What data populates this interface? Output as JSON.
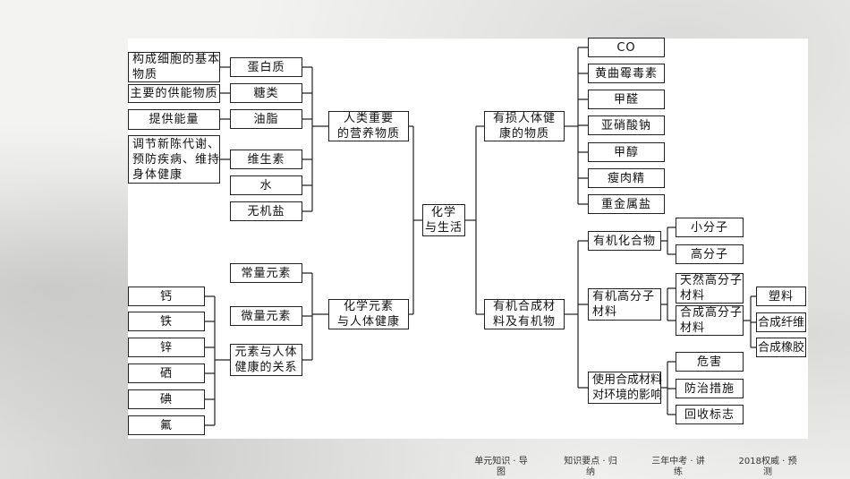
{
  "diagram": {
    "center": "化学\n与生活",
    "branch_nutrients": "人类重要\n的营养物质",
    "nutrients": {
      "protein": "蛋白质",
      "sugar": "糖类",
      "fat": "油脂",
      "vitamin": "维生素",
      "water": "水",
      "inorganic_salt": "无机盐"
    },
    "nutrient_roles": {
      "protein_role": "构成细胞的基本\n物质",
      "sugar_role": "主要的供能物质",
      "fat_role": "提供能量",
      "vitamin_role": "调节新陈代谢、\n预防疾病、维持\n身体健康"
    },
    "branch_elements": "化学元素\n与人体健康",
    "elements": {
      "macro": "常量元素",
      "micro": "微量元素",
      "relation": "元素与人体\n健康的关系"
    },
    "element_list": [
      "钙",
      "铁",
      "锌",
      "硒",
      "碘",
      "氟"
    ],
    "branch_harmful": "有损人体健\n康的物质",
    "harmful_list": [
      "CO",
      "黄曲霉毒素",
      "甲醛",
      "亚硝酸钠",
      "甲醇",
      "瘦肉精",
      "重金属盐"
    ],
    "branch_materials": "有机合成材\n料及有机物",
    "organic_compound": "有机化合物",
    "small_molecule": "小分子",
    "large_molecule": "高分子",
    "polymer_materials": "有机高分子\n材料",
    "natural_polymer": "天然高分子\n材料",
    "synthetic_polymer": "合成高分子\n材料",
    "plastic": "塑料",
    "synthetic_fiber": "合成纤维",
    "synthetic_rubber": "合成橡胶",
    "env_effect": "使用合成材料\n对环境的影响",
    "harm": "危害",
    "prevention": "防治措施",
    "recycling": "回收标志"
  },
  "footer": {
    "nav1": "单元知识 · 导\n图",
    "nav2": "知识要点 · 归\n纳",
    "nav3": "三年中考 · 讲\n练",
    "nav4": "2018权威 · 预\n测"
  }
}
